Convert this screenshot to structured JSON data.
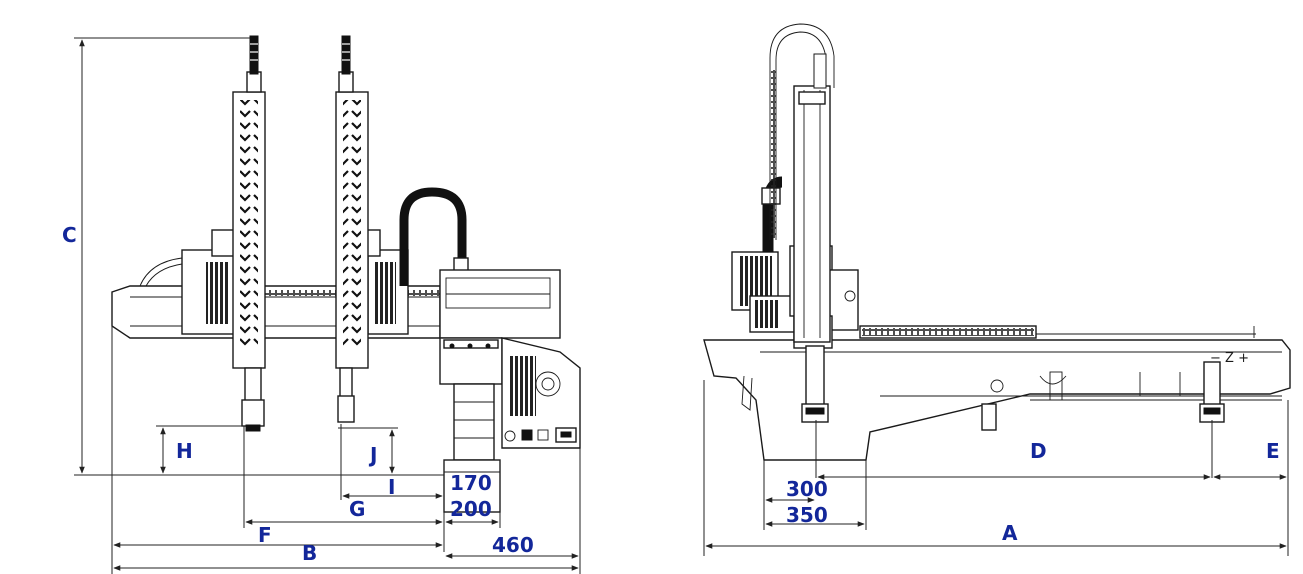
{
  "dimensions": {
    "front_view": {
      "A_height_label": "C",
      "H": "H",
      "J": "J",
      "I": "I",
      "G": "G",
      "F": "F",
      "B": "B",
      "n170": "170",
      "n200": "200",
      "n460": "460"
    },
    "side_view": {
      "D": "D",
      "E": "E",
      "A": "A",
      "n300": "300",
      "n350": "350"
    }
  },
  "control_panel_text": {
    "axis_marker": "− Z +"
  },
  "colors": {
    "label": "#13279a",
    "line": "#1a1a1a"
  }
}
